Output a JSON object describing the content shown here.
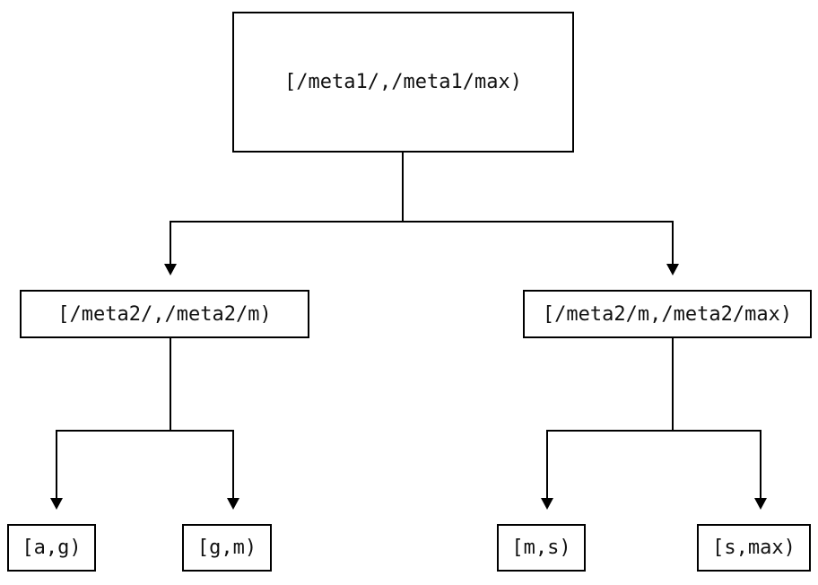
{
  "diagram": {
    "type": "tree",
    "nodes": {
      "root": {
        "label": "[/meta1/,/meta1/max)"
      },
      "left": {
        "label": "[/meta2/,/meta2/m)"
      },
      "right": {
        "label": "[/meta2/m,/meta2/max)"
      },
      "leaf_ag": {
        "label": "[a,g)"
      },
      "leaf_gm": {
        "label": "[g,m)"
      },
      "leaf_ms": {
        "label": "[m,s)"
      },
      "leaf_smax": {
        "label": "[s,max)"
      }
    },
    "edges": [
      {
        "from": "root",
        "to": "left"
      },
      {
        "from": "root",
        "to": "right"
      },
      {
        "from": "left",
        "to": "leaf_ag"
      },
      {
        "from": "left",
        "to": "leaf_gm"
      },
      {
        "from": "right",
        "to": "leaf_ms"
      },
      {
        "from": "right",
        "to": "leaf_smax"
      }
    ],
    "colors": {
      "line": "#000000",
      "box_border": "#000000",
      "box_fill": "#ffffff",
      "text": "#111111",
      "background": "#ffffff"
    }
  }
}
